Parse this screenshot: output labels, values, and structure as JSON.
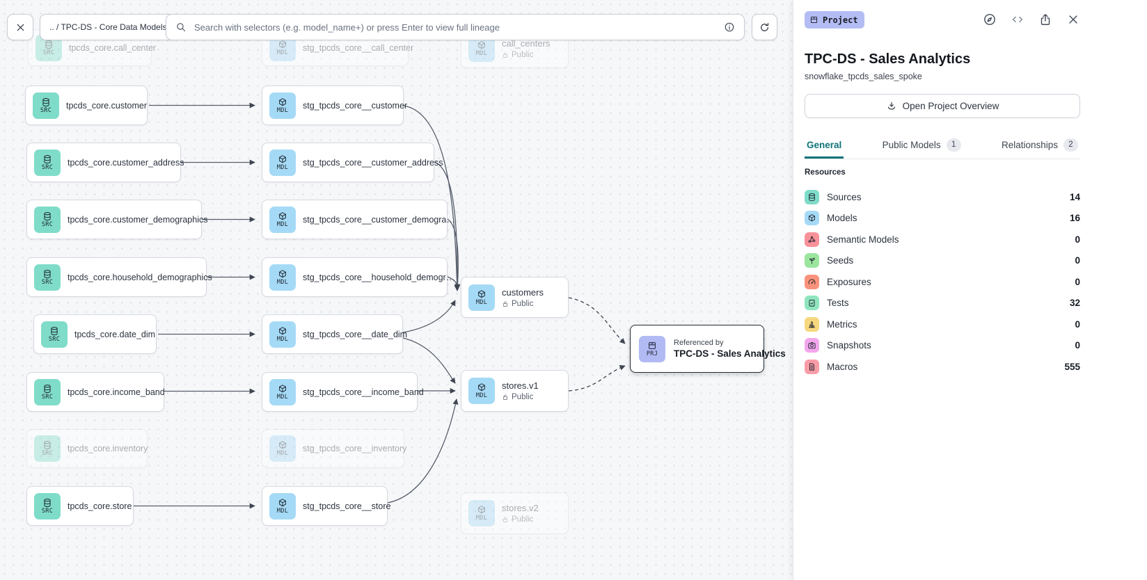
{
  "toolbar": {
    "breadcrumb": ".. / TPC-DS - Core Data Models",
    "search_placeholder": "Search with selectors (e.g. model_name+) or press Enter to view full lineage"
  },
  "panel": {
    "type_badge": "Project",
    "title": "TPC-DS - Sales Analytics",
    "subtitle": "snowflake_tpcds_sales_spoke",
    "overview_button": "Open Project Overview",
    "tabs": [
      {
        "label": "General"
      },
      {
        "label": "Public Models",
        "badge": "1"
      },
      {
        "label": "Relationships",
        "badge": "2"
      }
    ],
    "resources_heading": "Resources",
    "resources": [
      {
        "label": "Sources",
        "count": "14",
        "icon": "database-icon"
      },
      {
        "label": "Models",
        "count": "16",
        "icon": "cube-icon"
      },
      {
        "label": "Semantic Models",
        "count": "0",
        "icon": "graph-nodes-icon"
      },
      {
        "label": "Seeds",
        "count": "0",
        "icon": "seedling-icon"
      },
      {
        "label": "Exposures",
        "count": "0",
        "icon": "gauge-icon"
      },
      {
        "label": "Tests",
        "count": "32",
        "icon": "clipboard-check-icon"
      },
      {
        "label": "Metrics",
        "count": "0",
        "icon": "bar-chart-icon"
      },
      {
        "label": "Snapshots",
        "count": "0",
        "icon": "camera-icon"
      },
      {
        "label": "Macros",
        "count": "555",
        "icon": "document-icon"
      }
    ]
  },
  "graph": {
    "nodes": [
      {
        "type": "SRC",
        "label": "tpcds_core.call_center"
      },
      {
        "type": "SRC",
        "label": "tpcds_core.customer"
      },
      {
        "type": "SRC",
        "label": "tpcds_core.customer_address"
      },
      {
        "type": "SRC",
        "label": "tpcds_core.customer_demographics"
      },
      {
        "type": "SRC",
        "label": "tpcds_core.household_demographics"
      },
      {
        "type": "SRC",
        "label": "tpcds_core.date_dim"
      },
      {
        "type": "SRC",
        "label": "tpcds_core.income_band"
      },
      {
        "type": "SRC",
        "label": "tpcds_core.inventory"
      },
      {
        "type": "SRC",
        "label": "tpcds_core.store"
      },
      {
        "type": "MDL",
        "label": "stg_tpcds_core__call_center"
      },
      {
        "type": "MDL",
        "label": "stg_tpcds_core__customer"
      },
      {
        "type": "MDL",
        "label": "stg_tpcds_core__customer_address"
      },
      {
        "type": "MDL",
        "label": "stg_tpcds_core__customer_demogra…"
      },
      {
        "type": "MDL",
        "label": "stg_tpcds_core__household_demogr…"
      },
      {
        "type": "MDL",
        "label": "stg_tpcds_core__date_dim"
      },
      {
        "type": "MDL",
        "label": "stg_tpcds_core__income_band"
      },
      {
        "type": "MDL",
        "label": "stg_tpcds_core__inventory"
      },
      {
        "type": "MDL",
        "label": "stg_tpcds_core__store"
      },
      {
        "type": "MDL",
        "label": "call_centers",
        "sublabel": "Public"
      },
      {
        "type": "MDL",
        "label": "customers",
        "sublabel": "Public"
      },
      {
        "type": "MDL",
        "label": "stores.v1",
        "sublabel": "Public"
      },
      {
        "type": "MDL",
        "label": "stores.v2",
        "sublabel": "Public"
      }
    ],
    "referenced": {
      "type": "PRJ",
      "kicker": "Referenced by",
      "label": "TPC-DS - Sales Analytics"
    }
  },
  "colors": {
    "accent_teal": "#0d7377",
    "source_badge": "#7fdcc9",
    "model_badge": "#a5daf6",
    "project_badge": "#b2baf4",
    "semantic_badge": "#f9919b",
    "seed_badge": "#9ce59e",
    "exposure_badge": "#f9937b",
    "test_badge": "#8fe5be",
    "metric_badge": "#f7d77e",
    "snapshot_badge": "#f2a7ec",
    "macro_badge": "#f89ca7"
  }
}
